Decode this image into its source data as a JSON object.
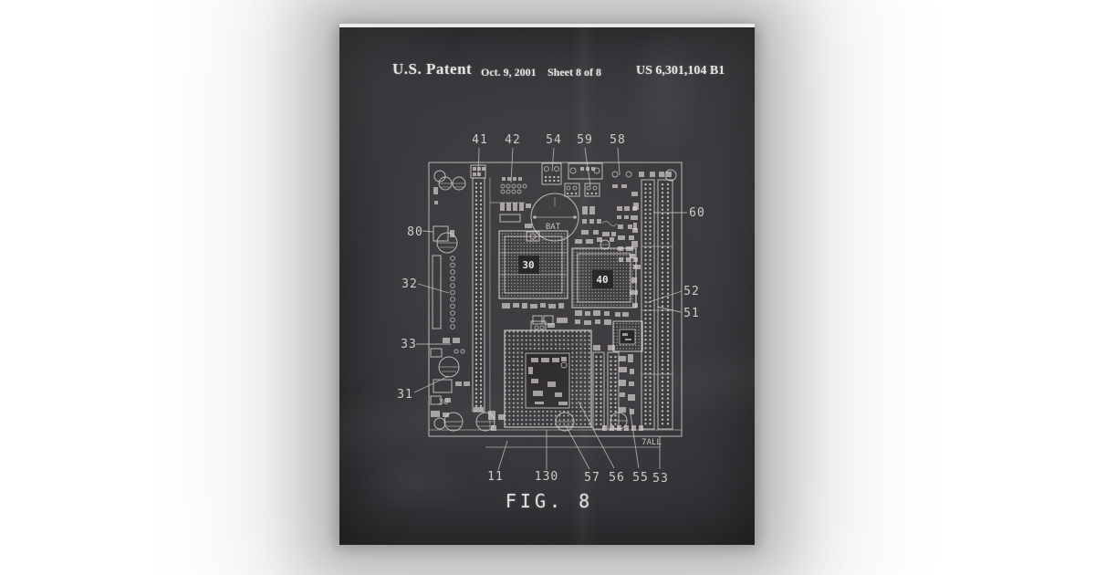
{
  "poster": {
    "header": {
      "title": "U.S. Patent",
      "date": "Oct. 9, 2001",
      "sheet": "Sheet 8 of 8",
      "patent_number": "US 6,301,104 B1"
    },
    "figure_label": "FIG. 8",
    "drawing": {
      "callouts": {
        "n41": "41",
        "n42": "42",
        "n54": "54",
        "n59": "59",
        "n58": "58",
        "n80": "80",
        "n32": "32",
        "n33": "33",
        "n31": "31",
        "n60": "60",
        "n52": "52",
        "n51": "51",
        "n11": "11",
        "n130": "130",
        "n57": "57",
        "n56": "56",
        "n55": "55",
        "n53": "53"
      },
      "inner_labels": {
        "socket_left": "30",
        "socket_right": "40",
        "board_corner": "30",
        "battery": "BAT",
        "corner_note": "7ALL"
      }
    },
    "colors": {
      "chalk_line": "#d8d5d0",
      "poster_background": "#312f33",
      "wall_shadow": "#c6c6c6",
      "page_background": "#ffffff"
    }
  }
}
